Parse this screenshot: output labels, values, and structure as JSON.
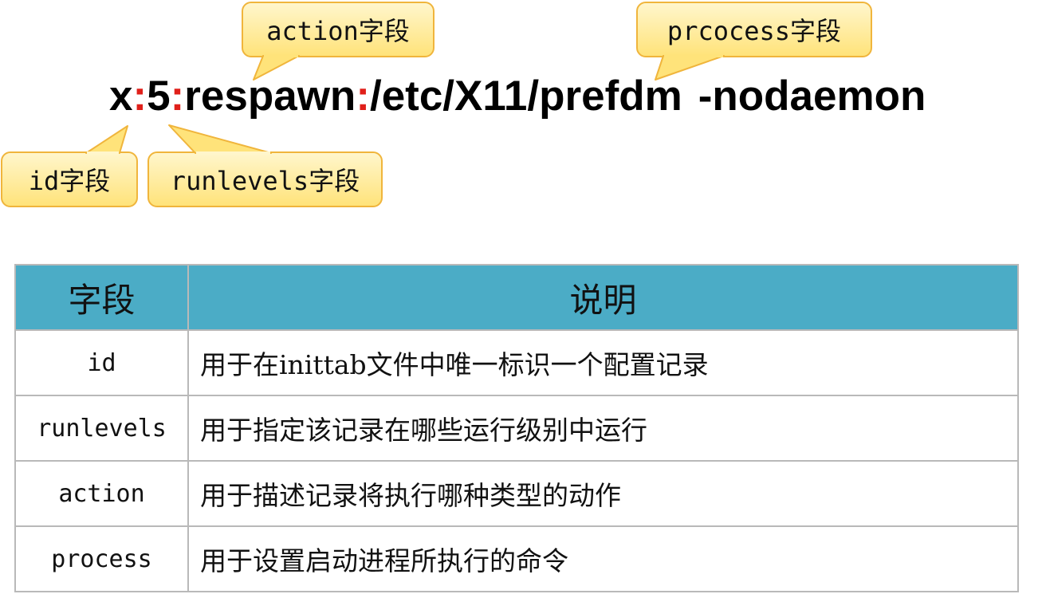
{
  "command": {
    "parts": [
      "x",
      ":",
      "5",
      ":",
      "respawn",
      ":",
      "/etc/X11/prefdm",
      "-nodaemon"
    ]
  },
  "callouts": {
    "action": "action字段",
    "process": "prcocess字段",
    "id": "id字段",
    "runlevels": "runlevels字段"
  },
  "table": {
    "headers": [
      "字段",
      "说明"
    ],
    "rows": [
      {
        "name": "id",
        "desc": "用于在inittab文件中唯一标识一个配置记录"
      },
      {
        "name": "runlevels",
        "desc": "用于指定该记录在哪些运行级别中运行"
      },
      {
        "name": "action",
        "desc": "用于描述记录将执行哪种类型的动作"
      },
      {
        "name": "process",
        "desc": "用于设置启动进程所执行的命令"
      }
    ]
  },
  "colors": {
    "header_bg": "#4bacc6",
    "callout_fill": "#ffe37a",
    "callout_border": "#f0b53c",
    "separator": "#e0201a"
  }
}
